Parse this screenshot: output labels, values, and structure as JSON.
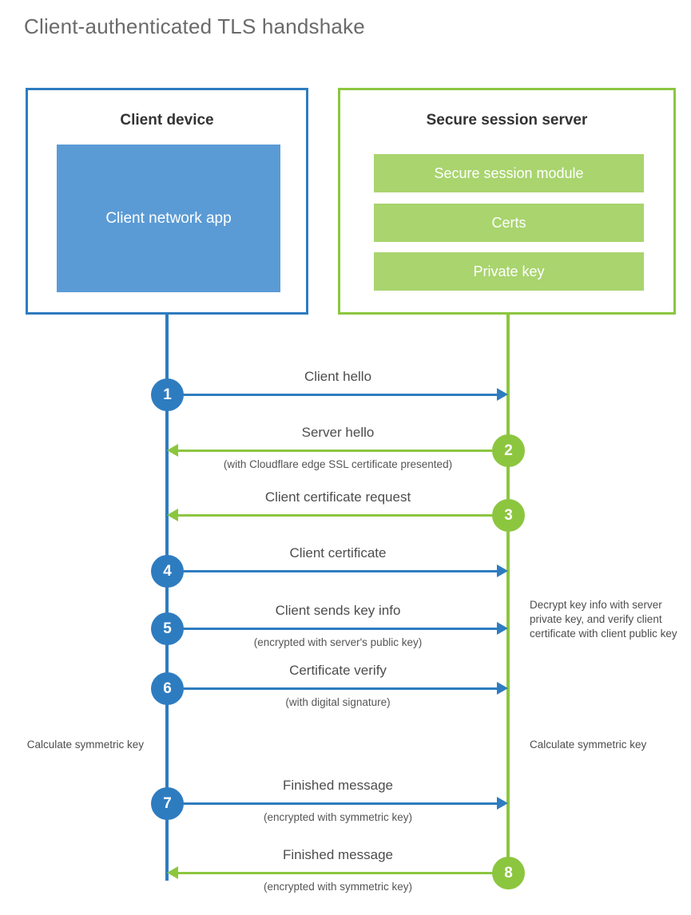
{
  "title": "Client-authenticated TLS handshake",
  "colors": {
    "client_blue": "#2e7cc0",
    "client_app_fill": "#5b9bd5",
    "server_green": "#8cc63f",
    "server_item_fill": "#a9d46e",
    "text_gray": "#4d4d4d",
    "title_gray": "#6a6a6a"
  },
  "entities": {
    "client": {
      "title": "Client device",
      "app_label": "Client network app"
    },
    "server": {
      "title": "Secure session server",
      "items": [
        {
          "label": "Secure session module"
        },
        {
          "label": "Certs"
        },
        {
          "label": "Private key"
        }
      ]
    }
  },
  "steps": [
    {
      "number": "1",
      "direction": "client-to-server",
      "color": "blue",
      "label": "Client hello",
      "sublabel": ""
    },
    {
      "number": "2",
      "direction": "server-to-client",
      "color": "green",
      "label": "Server hello",
      "sublabel": "(with Cloudflare edge SSL certificate presented)"
    },
    {
      "number": "3",
      "direction": "server-to-client",
      "color": "green",
      "label": "Client certificate request",
      "sublabel": ""
    },
    {
      "number": "4",
      "direction": "client-to-server",
      "color": "blue",
      "label": "Client certificate",
      "sublabel": ""
    },
    {
      "number": "5",
      "direction": "client-to-server",
      "color": "blue",
      "label": "Client sends key info",
      "sublabel": "(encrypted with server's public key)"
    },
    {
      "number": "6",
      "direction": "client-to-server",
      "color": "blue",
      "label": "Certificate verify",
      "sublabel": "(with digital signature)"
    },
    {
      "number": "7",
      "direction": "client-to-server",
      "color": "blue",
      "label": "Finished message",
      "sublabel": "(encrypted with symmetric key)"
    },
    {
      "number": "8",
      "direction": "server-to-client",
      "color": "green",
      "label": "Finished message",
      "sublabel": "(encrypted with symmetric key)"
    }
  ],
  "annotations": {
    "decrypt_note": "Decrypt key info with server private key, and verify client certificate with client public key",
    "calculate_symmetric_key_client": "Calculate symmetric key",
    "calculate_symmetric_key_server": "Calculate symmetric key"
  }
}
